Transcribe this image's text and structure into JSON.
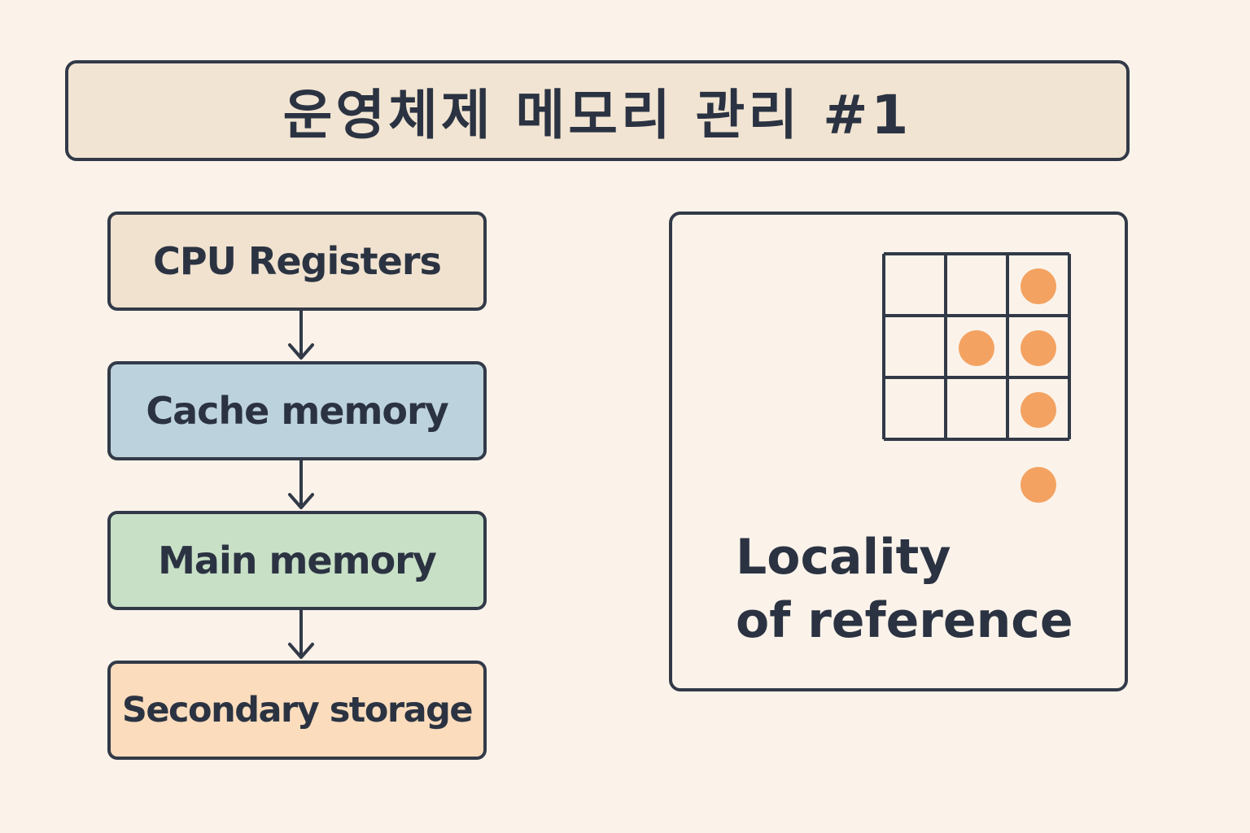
{
  "title": "운영체제 메모리 관리 #1",
  "hierarchy": {
    "levels": [
      {
        "label": "CPU Registers",
        "color": "#f0e2cf"
      },
      {
        "label": "Cache memory",
        "color": "#bcd2dc"
      },
      {
        "label": "Main memory",
        "color": "#c8e0c6"
      },
      {
        "label": "Secondary storage",
        "color": "#fbdcbc"
      }
    ],
    "arrow_icon": "arrow-down-icon"
  },
  "locality": {
    "label_line1": "Locality",
    "label_line2": "of reference",
    "dot_color": "#f4a261",
    "grid": {
      "rows": 3,
      "cols": 3,
      "filled_cells": [
        [
          0,
          2
        ],
        [
          1,
          1
        ],
        [
          1,
          2
        ],
        [
          2,
          2
        ]
      ],
      "extra_dot_below_col": 2
    }
  }
}
